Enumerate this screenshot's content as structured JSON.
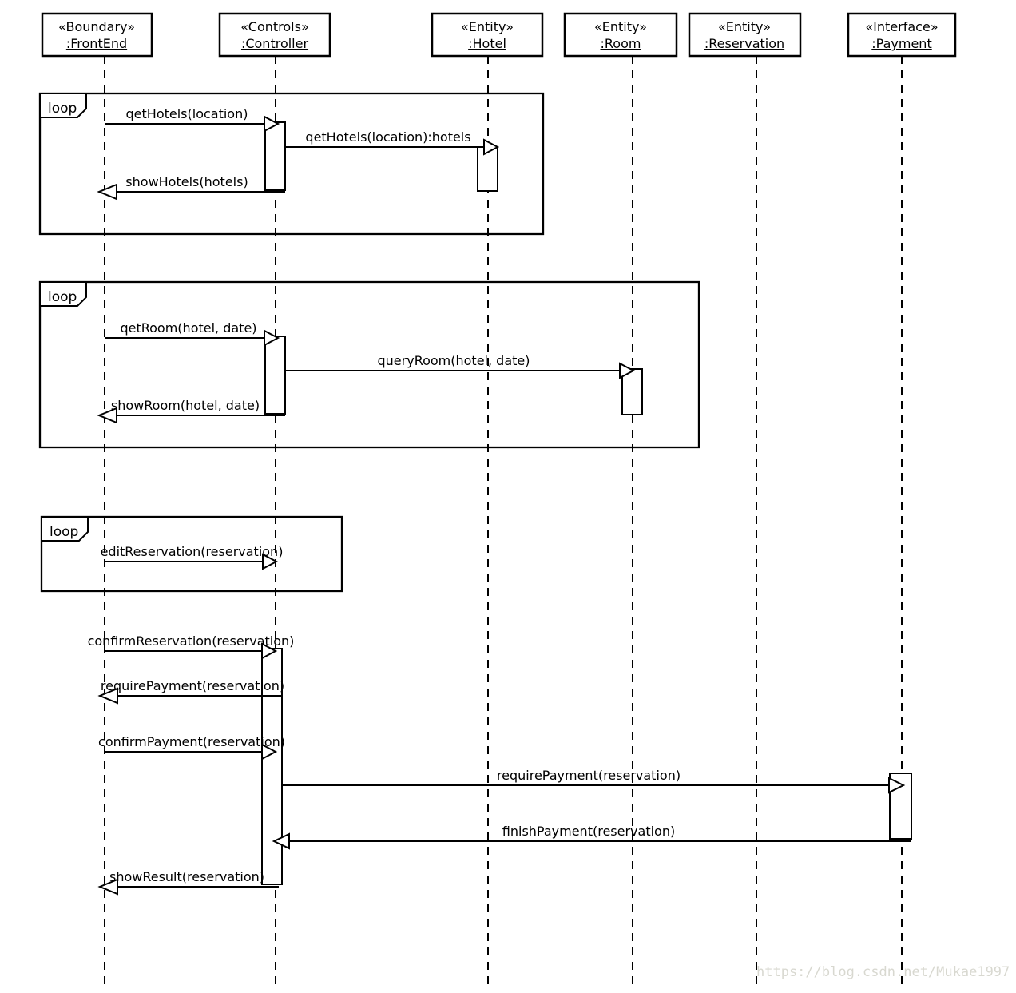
{
  "colors": {
    "line": "#000000",
    "background": "#ffffff",
    "watermark": "#d8d8d0"
  },
  "lifelines": [
    {
      "stereotype": "«Boundary»",
      "name": ":FrontEnd"
    },
    {
      "stereotype": "«Controls»",
      "name": ":Controller"
    },
    {
      "stereotype": "«Entity»",
      "name": ":Hotel"
    },
    {
      "stereotype": "«Entity»",
      "name": ":Room"
    },
    {
      "stereotype": "«Entity»",
      "name": ":Reservation"
    },
    {
      "stereotype": "«Interface»",
      "name": ":Payment"
    }
  ],
  "fragments": [
    {
      "label": "loop"
    },
    {
      "label": "loop"
    },
    {
      "label": "loop"
    }
  ],
  "messages": [
    {
      "text": "qetHotels(location)",
      "from": ":FrontEnd",
      "to": ":Controller"
    },
    {
      "text": "qetHotels(location):hotels",
      "from": ":Controller",
      "to": ":Hotel"
    },
    {
      "text": "showHotels(hotels)",
      "from": ":Controller",
      "to": ":FrontEnd"
    },
    {
      "text": "qetRoom(hotel, date)",
      "from": ":FrontEnd",
      "to": ":Controller"
    },
    {
      "text": "queryRoom(hotel, date)",
      "from": ":Controller",
      "to": ":Room"
    },
    {
      "text": "showRoom(hotel, date)",
      "from": ":Controller",
      "to": ":FrontEnd"
    },
    {
      "text": "editReservation(reservation)",
      "from": ":FrontEnd",
      "to": ":Controller"
    },
    {
      "text": "confirmReservation(reservation)",
      "from": ":FrontEnd",
      "to": ":Controller"
    },
    {
      "text": "requirePayment(reservation)",
      "from": ":Controller",
      "to": ":FrontEnd"
    },
    {
      "text": "confirmPayment(reservation)",
      "from": ":FrontEnd",
      "to": ":Controller"
    },
    {
      "text": "requirePayment(reservation)",
      "from": ":Controller",
      "to": ":Payment"
    },
    {
      "text": "finishPayment(reservation)",
      "from": ":Payment",
      "to": ":Controller"
    },
    {
      "text": "showResult(reservation)",
      "from": ":Controller",
      "to": ":FrontEnd"
    }
  ],
  "watermark": {
    "text": "https://blog.csdn.net/Mukae1997"
  }
}
